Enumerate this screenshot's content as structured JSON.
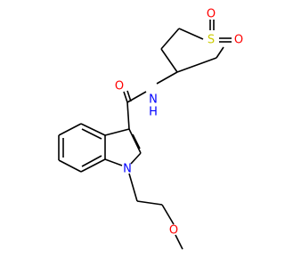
{
  "atoms": {
    "sulfone_o_left": "O",
    "sulfone_s": "S",
    "sulfone_o_right": "O",
    "carbonyl_o": "O",
    "amide_n": "N",
    "amide_h": "H",
    "indole_n": "N",
    "ether_o": "O"
  },
  "colors": {
    "oxygen": "#ff0000",
    "sulfur": "#cccc00",
    "nitrogen": "#0000ff",
    "bond": "#000000",
    "background": "#ffffff"
  }
}
